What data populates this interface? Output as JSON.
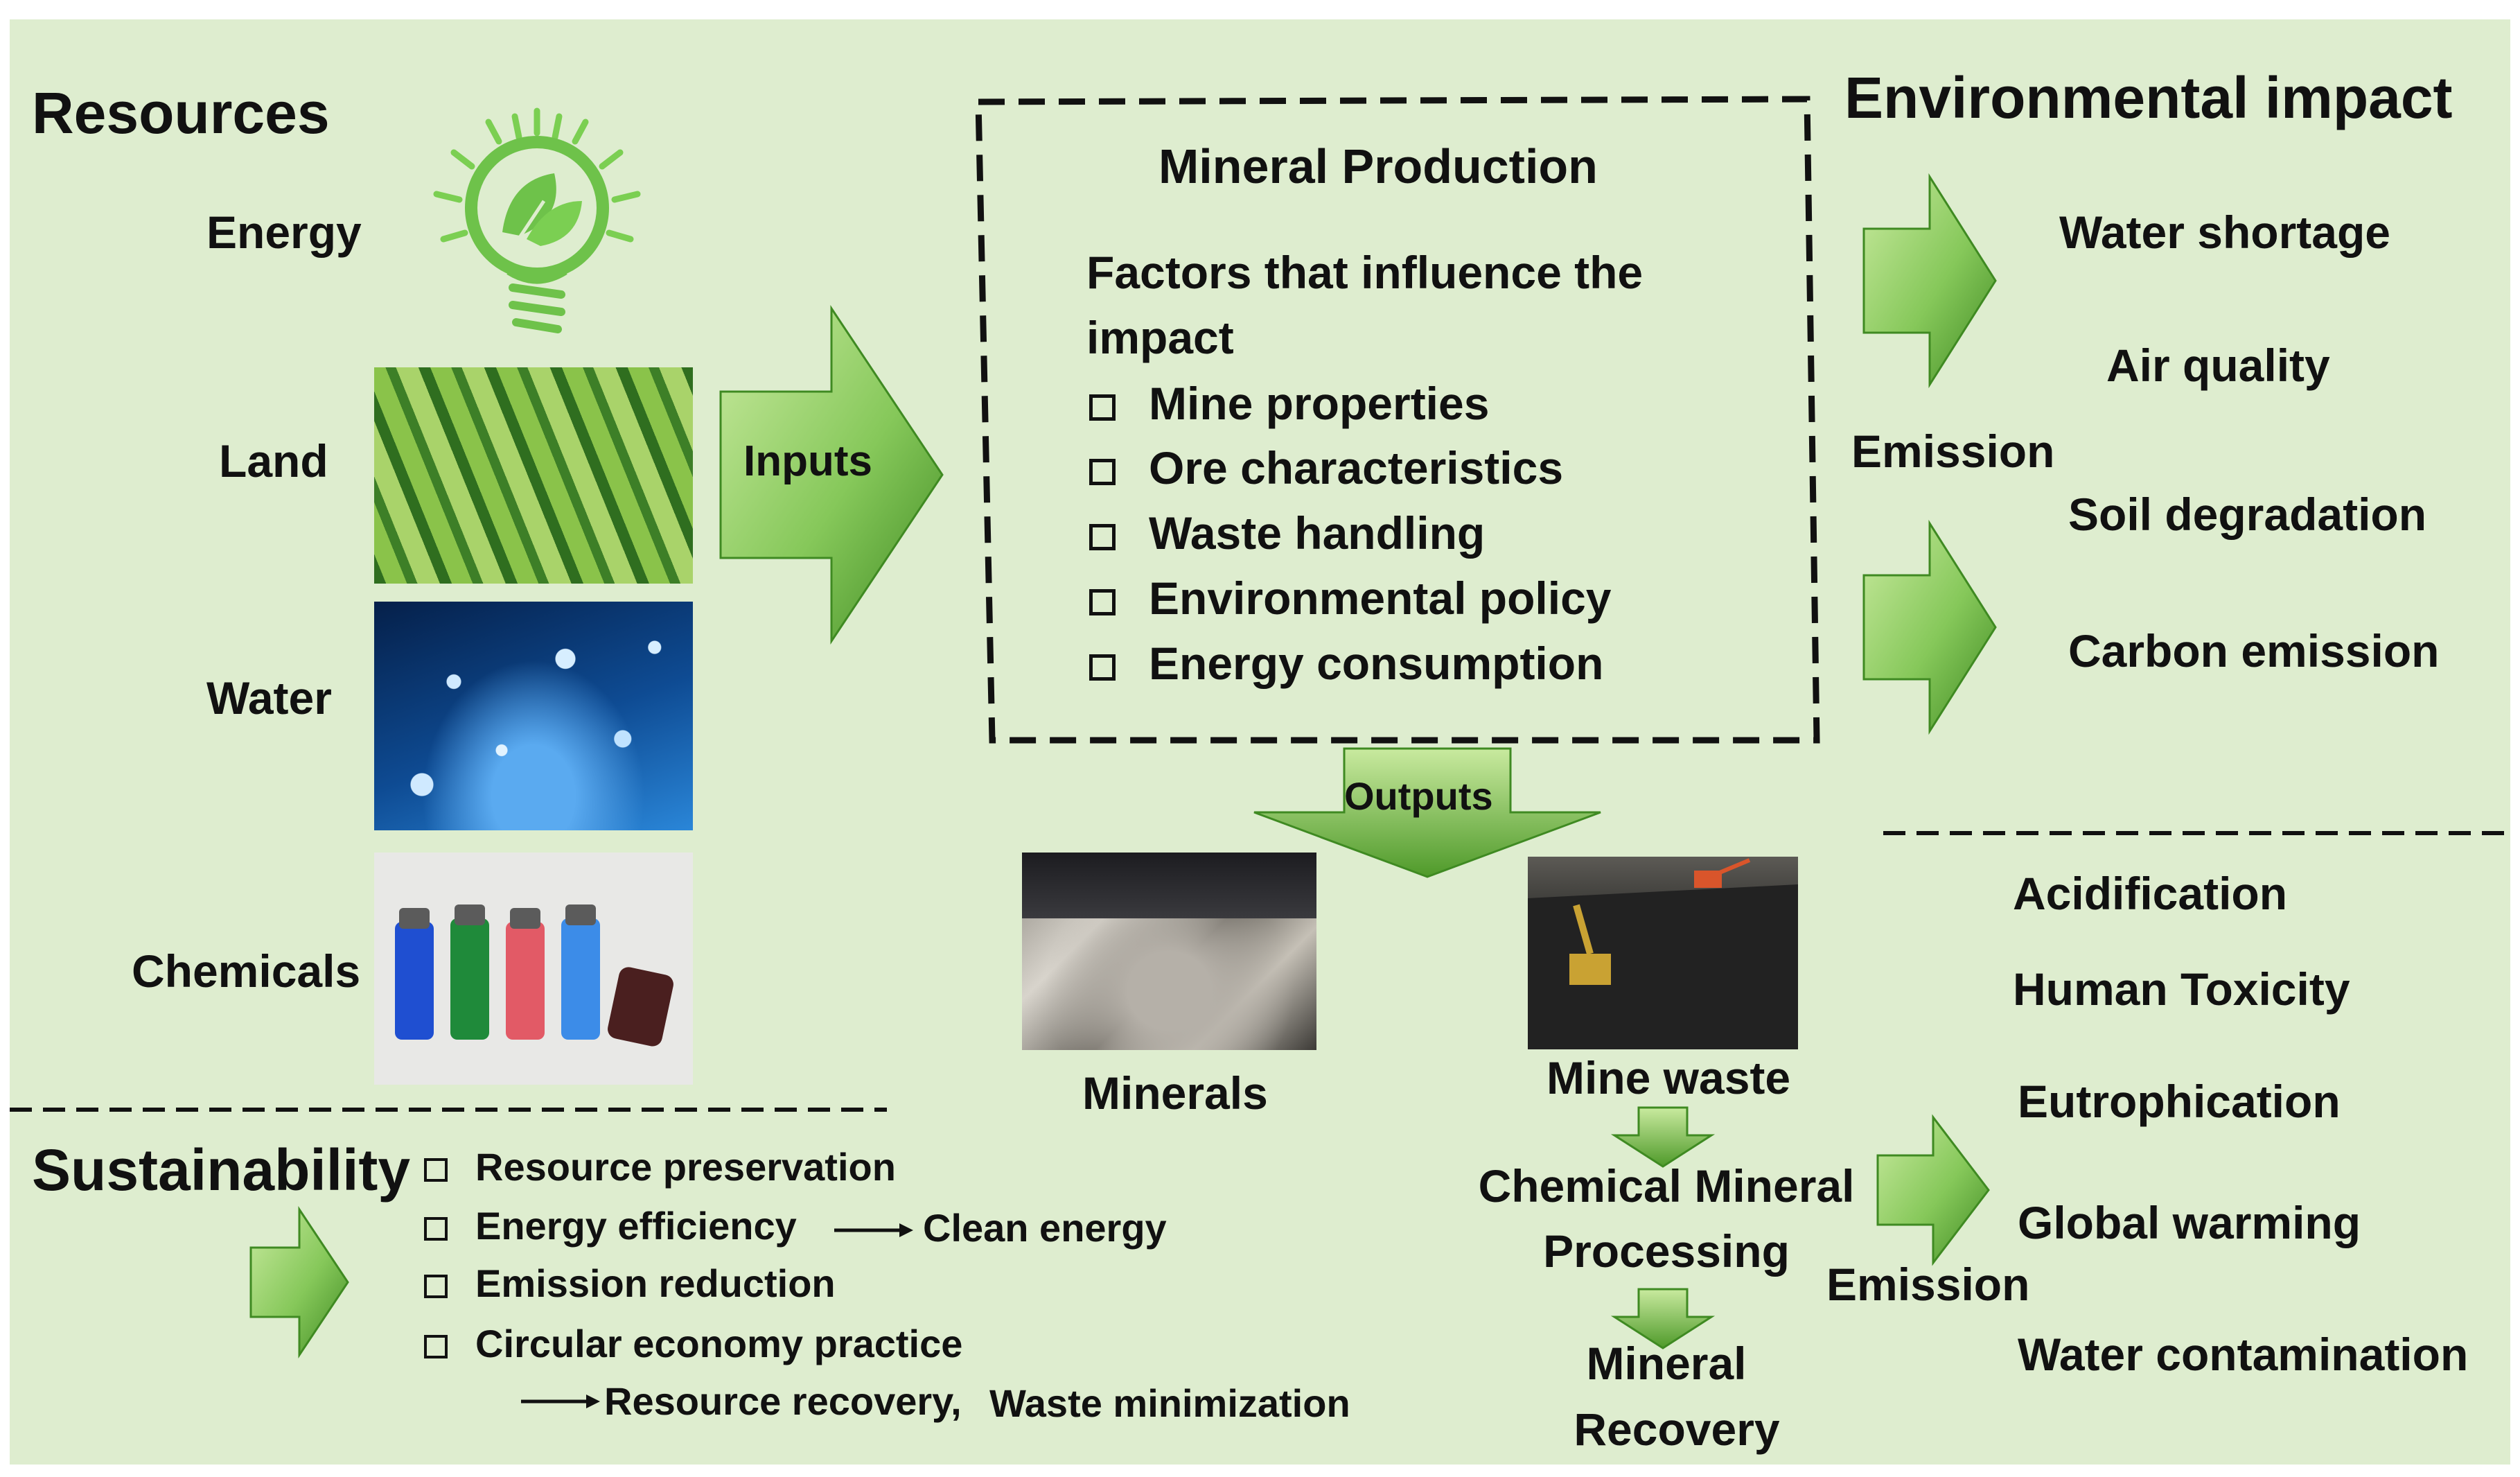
{
  "resources": {
    "title": "Resources",
    "items": [
      "Energy",
      "Land",
      "Water",
      "Chemicals"
    ]
  },
  "inputs_label": "Inputs",
  "production": {
    "title": "Mineral Production",
    "subtitle_line1": "Factors that influence the",
    "subtitle_line2": "impact",
    "factors": [
      "Mine properties",
      "Ore characteristics",
      "Waste handling",
      "Environmental policy",
      "Energy consumption"
    ]
  },
  "outputs_label": "Outputs",
  "outputs": {
    "minerals": "Minerals",
    "mine_waste": "Mine waste",
    "processing_line1": "Chemical Mineral",
    "processing_line2": "Processing",
    "recovery_line1": "Mineral",
    "recovery_line2": "Recovery"
  },
  "environment": {
    "title": "Environmental impact",
    "emission_label": "Emission",
    "impacts_top": [
      "Water shortage",
      "Air quality",
      "Soil degradation",
      "Carbon emission"
    ],
    "impacts_bottom": [
      "Acidification",
      "Human Toxicity",
      "Eutrophication",
      "Global warming",
      "Water contamination"
    ],
    "emission_label_bottom": "Emission"
  },
  "sustainability": {
    "title": "Sustainability",
    "items": [
      "Resource preservation",
      "Energy efficiency",
      "Emission reduction",
      "Circular economy practice"
    ],
    "clean_energy": "Clean energy",
    "recovery_text": "Resource recovery,",
    "minimization_text": "Waste minimization"
  },
  "colors": {
    "background": "#deedcf",
    "arrow_light": "#b8e08a",
    "arrow_dark": "#4f9a2a",
    "bulb_green": "#6ec24a"
  }
}
